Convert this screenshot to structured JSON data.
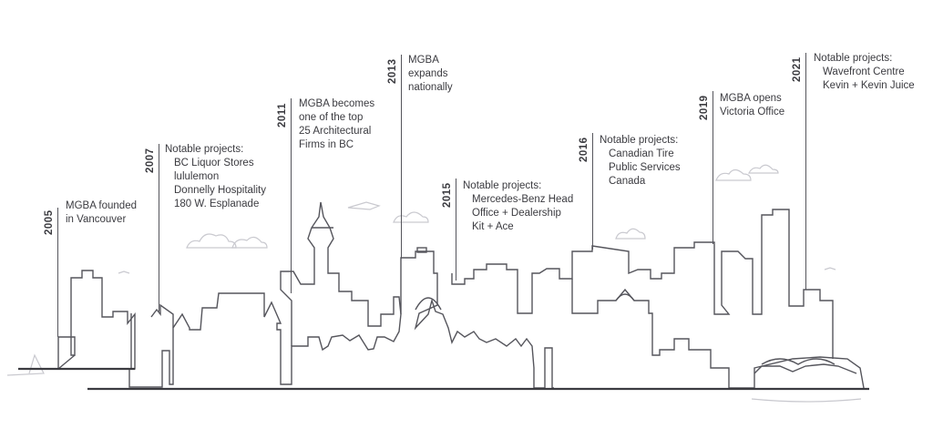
{
  "milestones": [
    {
      "year": "2005",
      "lines": [
        "MGBA founded",
        "in Vancouver"
      ],
      "items": []
    },
    {
      "year": "2007",
      "lines": [
        "Notable projects:"
      ],
      "items": [
        "BC Liquor Stores",
        "lululemon",
        "Donnelly Hospitality",
        "180 W. Esplanade"
      ]
    },
    {
      "year": "2011",
      "lines": [
        "MGBA becomes",
        "one of the top",
        "25 Architectural",
        "Firms in BC"
      ],
      "items": []
    },
    {
      "year": "2013",
      "lines": [
        "MGBA",
        "expands",
        "nationally"
      ],
      "items": []
    },
    {
      "year": "2015",
      "lines": [
        "Notable projects:"
      ],
      "items": [
        "Mercedes-Benz Head",
        "Office + Dealership",
        "Kit + Ace"
      ]
    },
    {
      "year": "2016",
      "lines": [
        "Notable projects:"
      ],
      "items": [
        "Canadian Tire",
        "Public Services",
        "Canada"
      ]
    },
    {
      "year": "2019",
      "lines": [
        "MGBA opens",
        "Victoria Office"
      ],
      "items": []
    },
    {
      "year": "2021",
      "lines": [
        "Notable projects:"
      ],
      "items": [
        "Wavefront Centre",
        "Kevin + Kevin Juice"
      ]
    }
  ],
  "colors": {
    "line": "#55555c",
    "light": "#c9c9cf",
    "text": "#3b3b40"
  }
}
